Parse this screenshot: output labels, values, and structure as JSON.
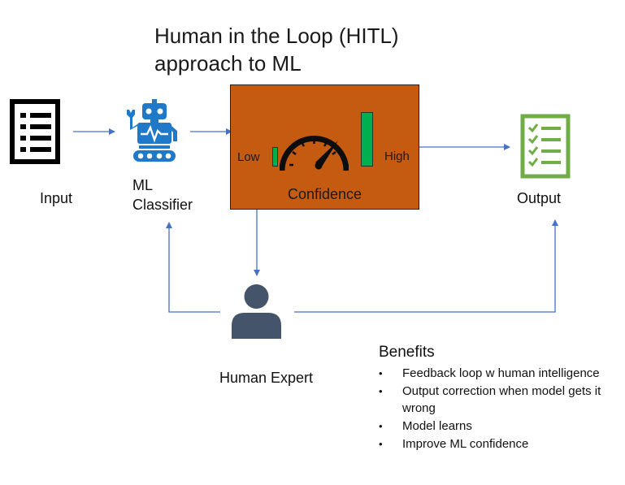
{
  "title": {
    "line1": "Human in the Loop (HITL)",
    "line2": "approach to ML"
  },
  "nodes": {
    "input": {
      "label": "Input",
      "icon": "checklist-document-icon"
    },
    "classifier": {
      "label_line1": "ML",
      "label_line2": "Classifier",
      "icon": "robot-icon"
    },
    "confidence": {
      "label": "Confidence",
      "low_label": "Low",
      "high_label": "High",
      "icon": "speedometer-gauge-icon"
    },
    "output": {
      "label": "Output",
      "icon": "checklist-checkmarks-icon"
    },
    "expert": {
      "label": "Human Expert",
      "icon": "person-icon"
    }
  },
  "benefits": {
    "title": "Benefits",
    "bullet": "•",
    "items": [
      "Feedback loop w human intelligence",
      "Output correction when model gets it wrong",
      "Model learns",
      "Improve ML confidence"
    ]
  },
  "colors": {
    "confidence_box": "#c55a11",
    "bar_green": "#00b050",
    "robot_blue": "#1f78c8",
    "output_green": "#70ad47",
    "arrow_blue": "#4472c4",
    "person_gray": "#44546a"
  }
}
